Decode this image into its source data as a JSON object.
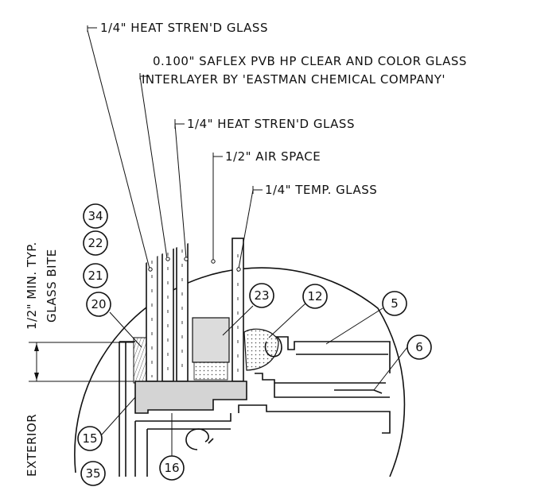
{
  "callouts": {
    "glass_outer": "1/4\" HEAT STREN'D GLASS",
    "interlayer_line1": "0.100\" SAFLEX PVB HP CLEAR AND COLOR GLASS",
    "interlayer_line2": "INTERLAYER BY 'EASTMAN CHEMICAL COMPANY'",
    "glass_inner": "1/4\" HEAT STREN'D GLASS",
    "air_space": "1/2\" AIR SPACE",
    "temp_glass": "1/4\" TEMP. GLASS"
  },
  "side_labels": {
    "min_typ": "1/2\" MIN. TYP.",
    "glass_bite": "GLASS BITE",
    "exterior": "EXTERIOR"
  },
  "bubbles": {
    "b34": "34",
    "b22": "22",
    "b21": "21",
    "b20": "20",
    "b23": "23",
    "b12": "12",
    "b5": "5",
    "b6": "6",
    "b15": "15",
    "b16": "16",
    "b35": "35"
  },
  "colors": {
    "line": "#111111",
    "setting_block": "#d4d4d4",
    "spacer": "#dcdcdc",
    "sealant_stipple": "#9a9a9a"
  }
}
